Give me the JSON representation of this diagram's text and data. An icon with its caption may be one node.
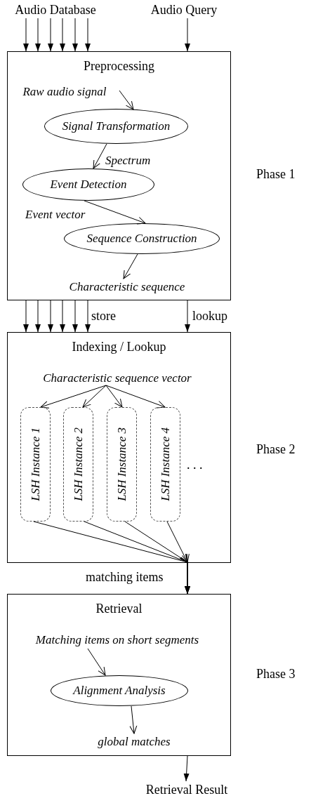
{
  "diagram": {
    "nodes": [
      {
        "text": [
          "Audio Database"
        ]
      },
      {
        "text": [
          "Audio Query"
        ]
      },
      {
        "text": [
          "Preprocessing"
        ]
      },
      {
        "text": [
          "Raw audio signal"
        ],
        "in": 2
      },
      {
        "text": [
          "Signal Transformation"
        ],
        "in": 2
      },
      {
        "text": [
          "Event Detection"
        ],
        "in": 2
      },
      {
        "text": [
          "Sequence Construction"
        ],
        "in": 2
      },
      {
        "text": [
          "Characteristic sequence"
        ],
        "in": 2
      },
      {
        "text": [
          "Indexing / Lookup"
        ]
      },
      {
        "text": [
          "Characteristic sequence vector"
        ],
        "in": 8
      },
      {
        "text": [
          "LSH Instance 1"
        ],
        "in": 8
      },
      {
        "text": [
          "LSH Instance 2"
        ],
        "in": 8
      },
      {
        "text": [
          "LSH Instance 3"
        ],
        "in": 8
      },
      {
        "text": [
          "LSH Instance 4"
        ],
        "in": 8
      },
      {
        "text": [
          "Retrieval"
        ]
      },
      {
        "text": [
          "Matching items on short segments"
        ],
        "in": 14
      },
      {
        "text": [
          "Alignment Analysis"
        ],
        "in": 14
      },
      {
        "text": [
          "global matches"
        ],
        "in": 14
      },
      {
        "text": [
          "Retrieval Result"
        ]
      }
    ],
    "edges": [
      {
        "from": 0,
        "to": 2,
        "arrow": "to"
      },
      {
        "from": 0,
        "to": 2,
        "arrow": "to"
      },
      {
        "from": 0,
        "to": 2,
        "arrow": "to"
      },
      {
        "from": 0,
        "to": 2,
        "arrow": "to"
      },
      {
        "from": 0,
        "to": 2,
        "arrow": "to"
      },
      {
        "from": 0,
        "to": 2,
        "arrow": "to"
      },
      {
        "from": 1,
        "to": 2,
        "arrow": "to"
      },
      {
        "from": 3,
        "to": 4,
        "arrow": "to"
      },
      {
        "from": 4,
        "to": 5,
        "arrow": "to",
        "label": "Spectrum"
      },
      {
        "from": 5,
        "to": 6,
        "arrow": "to",
        "label": "Event vector"
      },
      {
        "from": 6,
        "to": 7,
        "arrow": "to"
      },
      {
        "from": 2,
        "to": 8,
        "arrow": "to"
      },
      {
        "from": 2,
        "to": 8,
        "arrow": "to"
      },
      {
        "from": 2,
        "to": 8,
        "arrow": "to"
      },
      {
        "from": 2,
        "to": 8,
        "arrow": "to"
      },
      {
        "from": 2,
        "to": 8,
        "arrow": "to"
      },
      {
        "from": 2,
        "to": 8,
        "arrow": "to",
        "label": "store"
      },
      {
        "from": 2,
        "to": 8,
        "arrow": "to",
        "label": "lookup"
      },
      {
        "from": 9,
        "to": 10,
        "arrow": "to"
      },
      {
        "from": 9,
        "to": 11,
        "arrow": "to"
      },
      {
        "from": 9,
        "to": 12,
        "arrow": "to"
      },
      {
        "from": 9,
        "to": 13,
        "arrow": "to"
      },
      {
        "from": 10,
        "to": 14,
        "arrow": "to",
        "label": "matching items"
      },
      {
        "from": 11,
        "to": 14,
        "arrow": "to"
      },
      {
        "from": 12,
        "to": 14,
        "arrow": "to"
      },
      {
        "from": 13,
        "to": 14,
        "arrow": "to"
      },
      {
        "from": 15,
        "to": 16,
        "arrow": "to"
      },
      {
        "from": 16,
        "to": 17,
        "arrow": "to"
      },
      {
        "from": 14,
        "to": 18,
        "arrow": "to"
      }
    ],
    "labels": [
      "Phase 1",
      ". . .",
      "Phase 2",
      "Phase 3"
    ]
  }
}
